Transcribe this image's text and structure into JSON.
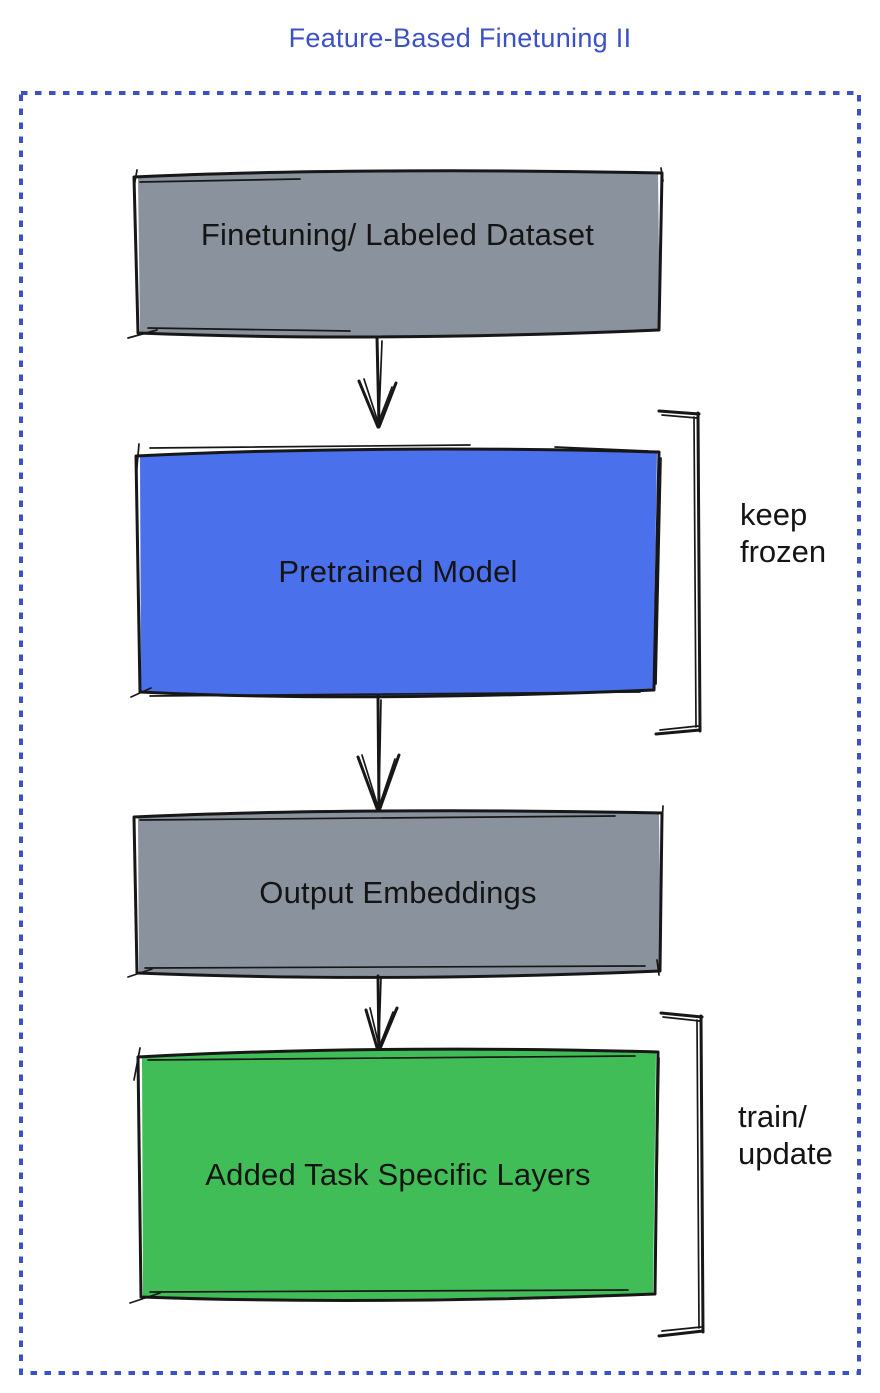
{
  "title": "Feature-Based Finetuning II",
  "colors": {
    "title_blue": "#3c50c8",
    "frame_blue": "#3c50c8",
    "ink": "#171717",
    "node_gray": "#8a929e",
    "node_blue": "#4b70ec",
    "node_green": "#41bd58",
    "label_text": "#141414"
  },
  "nodes": [
    {
      "label": "Finetuning/ Labeled Dataset",
      "fill": "#8a929e"
    },
    {
      "label": "Pretrained Model",
      "fill": "#4b70ec"
    },
    {
      "label": "Output Embeddings",
      "fill": "#8a929e"
    },
    {
      "label": "Added Task Specific Layers",
      "fill": "#41bd58"
    }
  ],
  "flow": [
    "Finetuning/ Labeled Dataset -> Pretrained Model",
    "Pretrained Model -> Output Embeddings",
    "Output Embeddings -> Added Task Specific Layers"
  ],
  "annotations": [
    {
      "applies_to": "Pretrained Model",
      "lines": [
        "keep",
        "frozen"
      ]
    },
    {
      "applies_to": "Added Task Specific Layers",
      "lines": [
        "train/",
        "update"
      ]
    }
  ]
}
